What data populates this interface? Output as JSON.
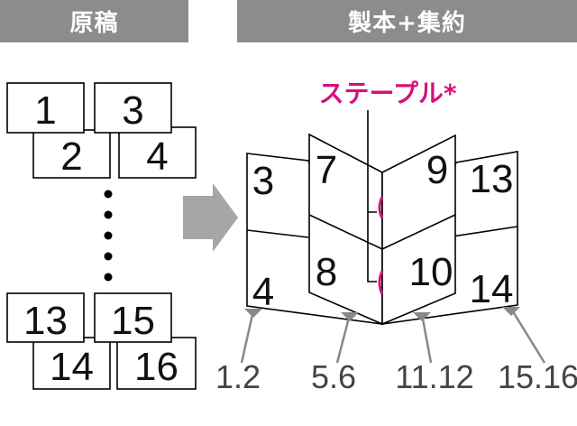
{
  "headers": {
    "original": "原稿",
    "output": "製本+集約"
  },
  "original_pages": {
    "top": [
      "1",
      "2",
      "3",
      "4"
    ],
    "ellipsis": "⋮",
    "bottom": [
      "13",
      "14",
      "15",
      "16"
    ]
  },
  "booklet": {
    "left_outer_top": "3",
    "left_outer_bottom": "4",
    "left_inner_top": "7",
    "left_inner_bottom": "8",
    "right_inner_top": "9",
    "right_inner_bottom": "10",
    "right_outer_top": "13",
    "right_outer_bottom": "14"
  },
  "staple_label": "ステープル*",
  "sheet_labels": [
    "1.2",
    "5.6",
    "11.12",
    "15.16"
  ],
  "colors": {
    "header_bg": "#8c8c8c",
    "staple": "#d6127a",
    "arrow": "#a6a6a6"
  }
}
